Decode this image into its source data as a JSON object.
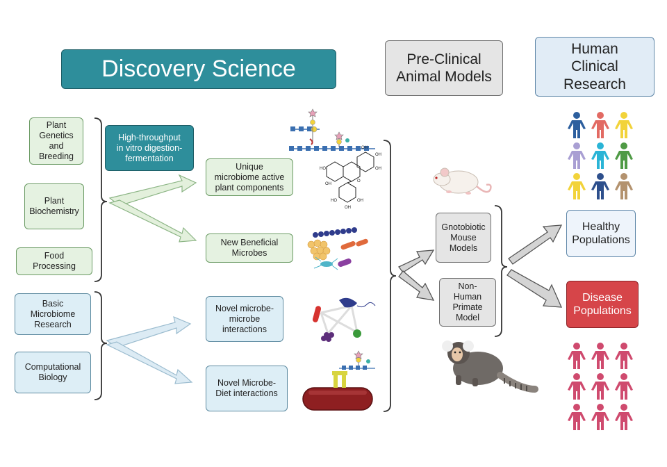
{
  "header": {
    "discovery": "Discovery Science",
    "preclinical": "Pre-Clinical\nAnimal Models",
    "human": "Human\nClinical\nResearch"
  },
  "left_group": {
    "plant_genetics": "Plant\nGenetics\nand\nBreeding",
    "plant_biochemistry": "Plant\nBiochemistry",
    "food_processing": "Food\nProcessing",
    "basic_microbiome": "Basic\nMicrobiome\nResearch",
    "computational_biology": "Computational\nBiology"
  },
  "middle": {
    "high_throughput": "High-throughput\nin vitro digestion-\nfermentation",
    "unique_components": "Unique\nmicrobiome active\nplant components",
    "new_microbes": "New Beneficial\nMicrobes",
    "microbe_interactions": "Novel microbe-\nmicrobe\ninteractions",
    "diet_interactions": "Novel Microbe-\nDiet interactions"
  },
  "animal_models": {
    "gnotobiotic": "Gnotobiotic\nMouse\nModels",
    "primate": "Non-\nHuman\nPrimate\nModel"
  },
  "outcomes": {
    "healthy": "Healthy\nPopulations",
    "disease": "Disease\nPopulations"
  },
  "colors": {
    "healthy_people": [
      "#2d5f9e",
      "#e26a63",
      "#f2d33a",
      "#a99fd3",
      "#2ab4d6",
      "#4f9a45",
      "#f2d33a",
      "#2d4f8c",
      "#b3926e"
    ],
    "disease_people": "#cf4a6e"
  }
}
